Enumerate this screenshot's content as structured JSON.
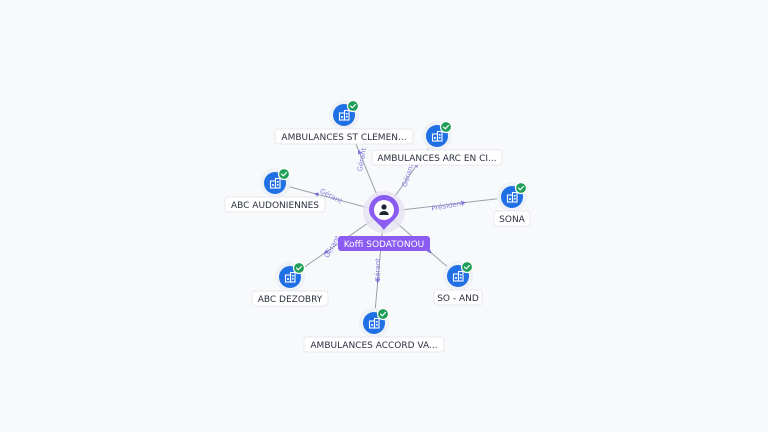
{
  "center": {
    "label": "Koffi SODATONOU",
    "icon": "person-icon",
    "color": "#8a5cf2"
  },
  "nodes": [
    {
      "label": "AMBULANCES ST CLEMEN...",
      "relation": "Gérant",
      "icon": "company-icon",
      "verified": true
    },
    {
      "label": "AMBULANCES ARC EN CI...",
      "relation": "Gérant",
      "icon": "company-icon",
      "verified": true
    },
    {
      "label": "ABC AUDONIENNES",
      "relation": "Gérant",
      "icon": "company-icon",
      "verified": true
    },
    {
      "label": "SONA",
      "relation": "Président",
      "icon": "company-icon",
      "verified": true
    },
    {
      "label": "ABC DEZOBRY",
      "relation": "Gérant",
      "icon": "company-icon",
      "verified": true
    },
    {
      "label": "SO - AND",
      "relation": "",
      "icon": "company-icon",
      "verified": true
    },
    {
      "label": "AMBULANCES ACCORD VA...",
      "relation": "Gérant",
      "icon": "company-icon",
      "verified": true
    }
  ],
  "colors": {
    "company": "#1f6fe5",
    "verified": "#1e9e57",
    "relation": "#8a7fe0"
  }
}
